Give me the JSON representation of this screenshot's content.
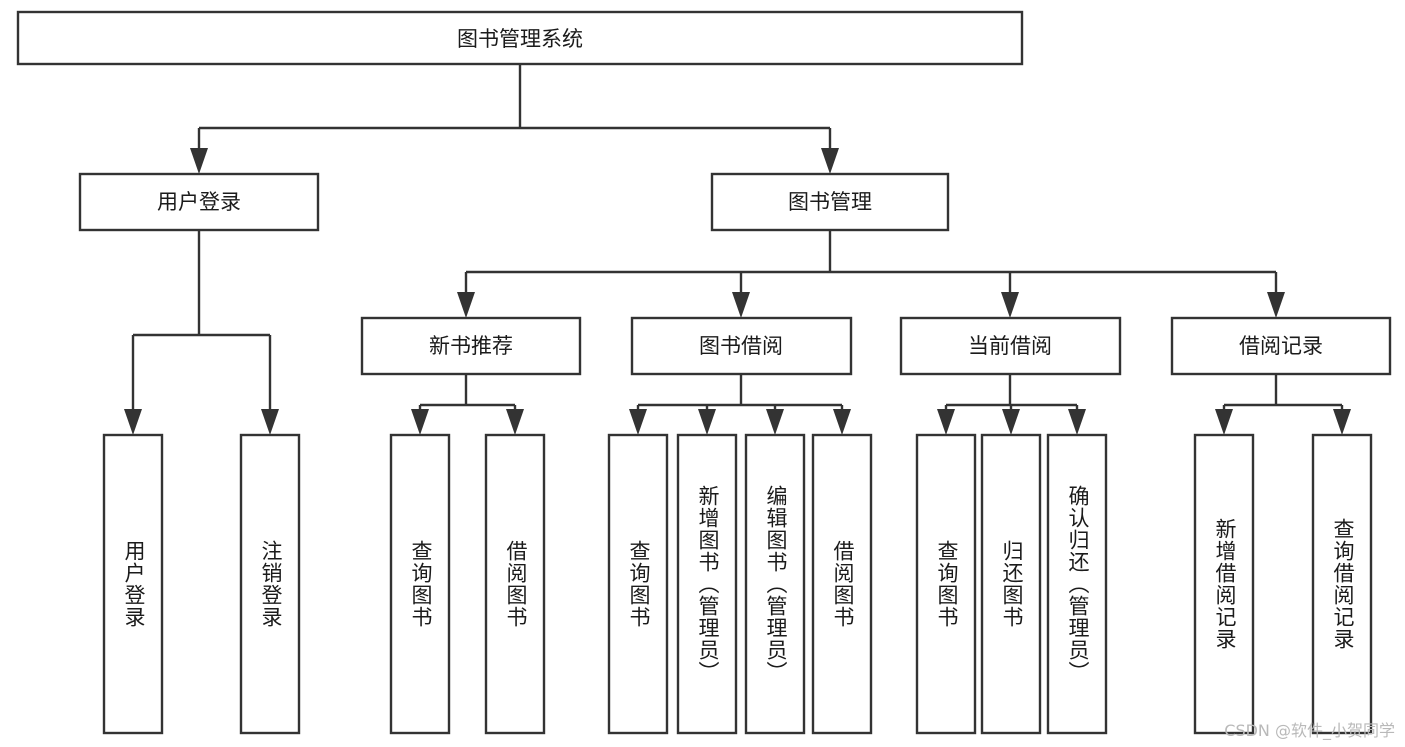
{
  "diagram": {
    "kind": "function-structure-tree",
    "title": "图书管理系统",
    "watermark": "CSDN @软件_小贺同学",
    "colors": {
      "box_stroke": "#333333",
      "box_fill": "#ffffff",
      "text": "#1b1b1b",
      "background": "#ffffff",
      "watermark": "#b9b9b9"
    },
    "nodes": {
      "root": {
        "label": "图书管理系统"
      },
      "level2": [
        {
          "id": "user-login",
          "label": "用户登录"
        },
        {
          "id": "book-manage",
          "label": "图书管理"
        }
      ],
      "level3": [
        {
          "id": "new-book-recommend",
          "label": "新书推荐"
        },
        {
          "id": "book-borrow",
          "label": "图书借阅"
        },
        {
          "id": "current-borrow",
          "label": "当前借阅"
        },
        {
          "id": "borrow-record",
          "label": "借阅记录"
        }
      ],
      "leaves": {
        "user-login": [
          {
            "id": "leaf-user-login",
            "label": "用户登录"
          },
          {
            "id": "leaf-user-logout",
            "label": "注销登录"
          }
        ],
        "new-book-recommend": [
          {
            "id": "leaf-query-book-1",
            "label": "查询图书"
          },
          {
            "id": "leaf-borrow-book-1",
            "label": "借阅图书"
          }
        ],
        "book-borrow": [
          {
            "id": "leaf-query-book-2",
            "label": "查询图书"
          },
          {
            "id": "leaf-add-book",
            "label": "新增图书（管理员）"
          },
          {
            "id": "leaf-edit-book",
            "label": "编辑图书（管理员）"
          },
          {
            "id": "leaf-borrow-book-2",
            "label": "借阅图书"
          }
        ],
        "current-borrow": [
          {
            "id": "leaf-query-book-3",
            "label": "查询图书"
          },
          {
            "id": "leaf-return-book",
            "label": "归还图书"
          },
          {
            "id": "leaf-confirm-return",
            "label": "确认归还（管理员）"
          }
        ],
        "borrow-record": [
          {
            "id": "leaf-add-record",
            "label": "新增借阅记录"
          },
          {
            "id": "leaf-query-record",
            "label": "查询借阅记录"
          }
        ]
      }
    }
  }
}
